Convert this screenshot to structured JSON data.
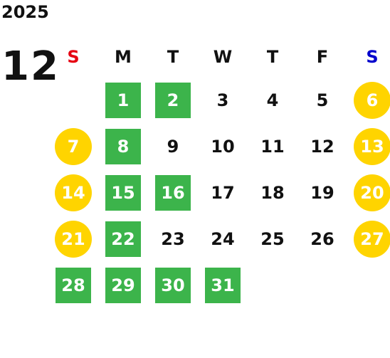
{
  "year": "2025",
  "month": "12",
  "colors": {
    "sunday_header": "#e60012",
    "saturday_header": "#0000cc",
    "weekday_header": "#111111",
    "closed_day_fill": "#3cb44b",
    "weekend_day_fill": "#ffd400",
    "normal_day_text": "#111111"
  },
  "weekdays": [
    {
      "label": "S",
      "color": "#e60012"
    },
    {
      "label": "M",
      "color": "#111111"
    },
    {
      "label": "T",
      "color": "#111111"
    },
    {
      "label": "W",
      "color": "#111111"
    },
    {
      "label": "T",
      "color": "#111111"
    },
    {
      "label": "F",
      "color": "#111111"
    },
    {
      "label": "S",
      "color": "#0000cc"
    }
  ],
  "weeks": [
    [
      {
        "day": "",
        "type": "empty"
      },
      {
        "day": "1",
        "type": "closed"
      },
      {
        "day": "2",
        "type": "closed"
      },
      {
        "day": "3",
        "type": "normal"
      },
      {
        "day": "4",
        "type": "normal"
      },
      {
        "day": "5",
        "type": "normal"
      },
      {
        "day": "6",
        "type": "weekend"
      }
    ],
    [
      {
        "day": "7",
        "type": "weekend"
      },
      {
        "day": "8",
        "type": "closed"
      },
      {
        "day": "9",
        "type": "normal"
      },
      {
        "day": "10",
        "type": "normal"
      },
      {
        "day": "11",
        "type": "normal"
      },
      {
        "day": "12",
        "type": "normal"
      },
      {
        "day": "13",
        "type": "weekend"
      }
    ],
    [
      {
        "day": "14",
        "type": "weekend"
      },
      {
        "day": "15",
        "type": "closed"
      },
      {
        "day": "16",
        "type": "closed"
      },
      {
        "day": "17",
        "type": "normal"
      },
      {
        "day": "18",
        "type": "normal"
      },
      {
        "day": "19",
        "type": "normal"
      },
      {
        "day": "20",
        "type": "weekend"
      }
    ],
    [
      {
        "day": "21",
        "type": "weekend"
      },
      {
        "day": "22",
        "type": "closed"
      },
      {
        "day": "23",
        "type": "normal"
      },
      {
        "day": "24",
        "type": "normal"
      },
      {
        "day": "25",
        "type": "normal"
      },
      {
        "day": "26",
        "type": "normal"
      },
      {
        "day": "27",
        "type": "weekend"
      }
    ],
    [
      {
        "day": "28",
        "type": "closed"
      },
      {
        "day": "29",
        "type": "closed"
      },
      {
        "day": "30",
        "type": "closed"
      },
      {
        "day": "31",
        "type": "closed"
      },
      {
        "day": "",
        "type": "empty"
      },
      {
        "day": "",
        "type": "empty"
      },
      {
        "day": "",
        "type": "empty"
      }
    ]
  ]
}
